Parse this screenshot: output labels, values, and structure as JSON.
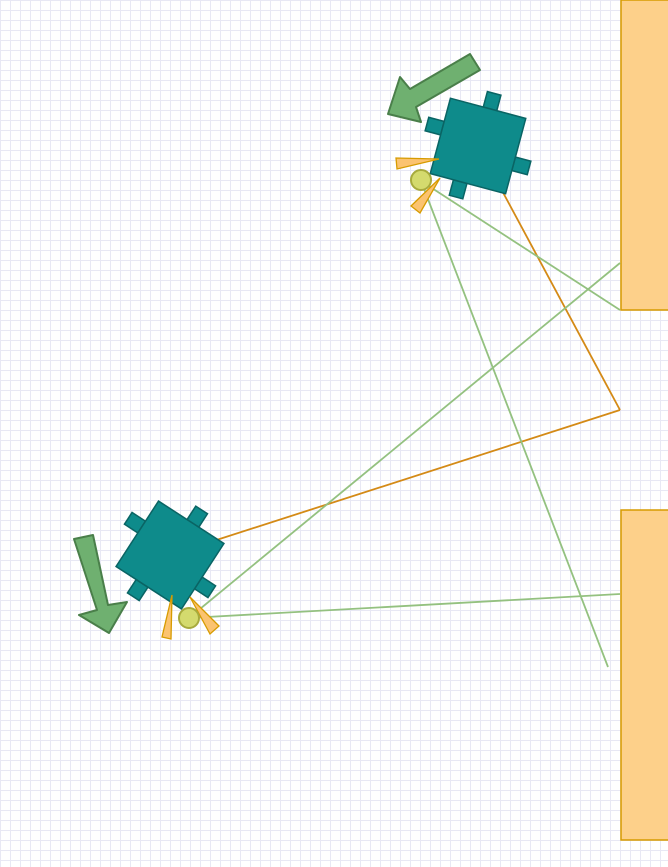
{
  "diagram": {
    "background": "grid",
    "colors": {
      "wall_fill": "#fdd08a",
      "wall_stroke": "#d79b00",
      "robot_fill": "#0e8b8b",
      "robot_stroke": "#0a6464",
      "arrow_fill": "#6fb070",
      "arrow_stroke": "#4a7f4a",
      "sensor_fill": "#d4da6e",
      "sensor_stroke": "#a7aa3d",
      "cone_fill": "#fbc370",
      "cone_stroke": "#d79b00",
      "orange_ray": "#d48a16",
      "green_ray": "#94c180"
    },
    "elements": {
      "walls": [
        "wall-top",
        "wall-bottom"
      ],
      "robots": [
        "robot-top",
        "robot-bottom"
      ],
      "motion_arrows": [
        "arrow-top",
        "arrow-bottom"
      ]
    }
  }
}
